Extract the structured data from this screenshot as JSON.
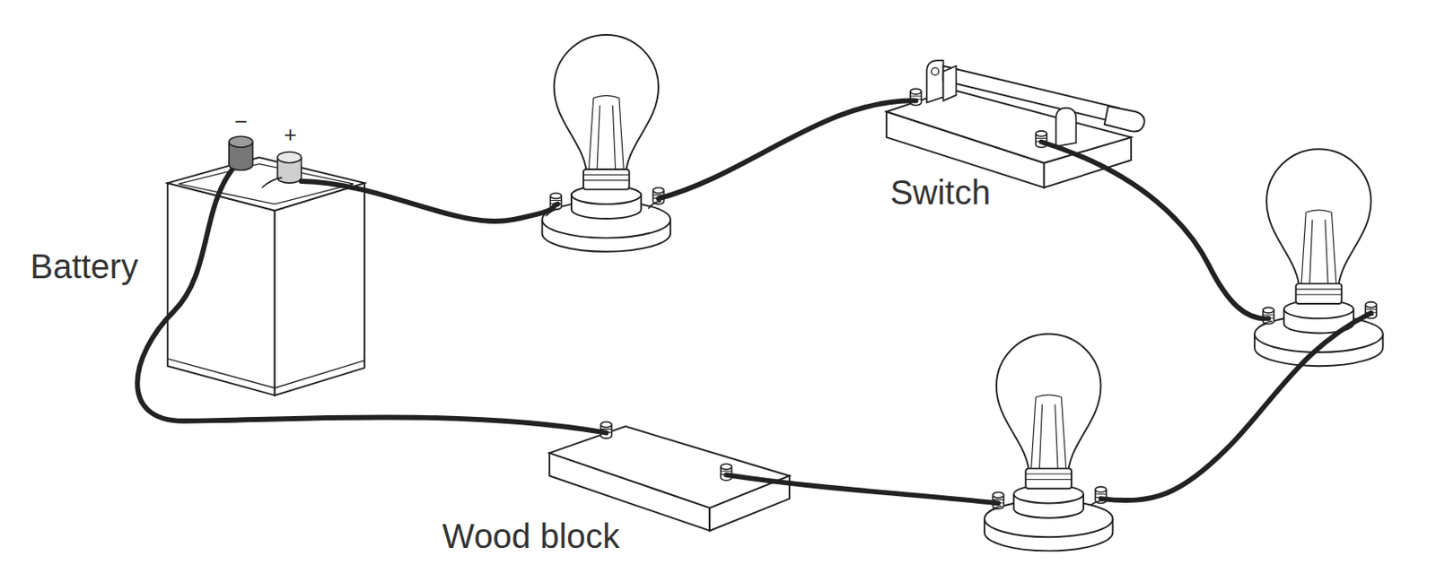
{
  "diagram": {
    "labels": [
      "−",
      "+",
      "Battery",
      "Switch",
      "Wood block"
    ]
  }
}
